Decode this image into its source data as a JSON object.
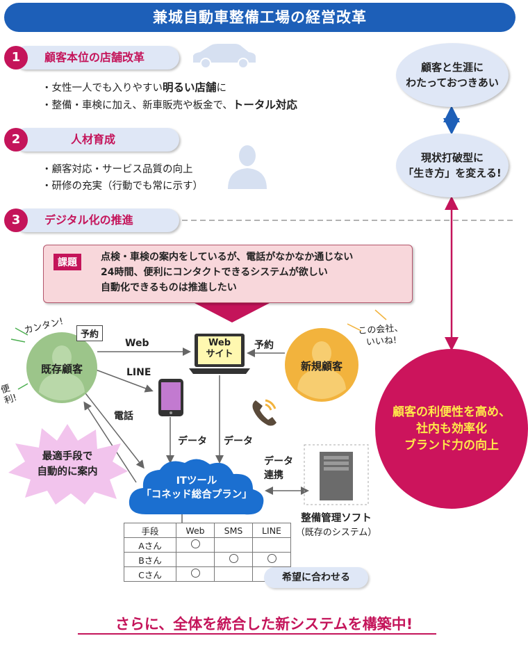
{
  "title": "兼城自動車整備工場の経営改革",
  "section1": {
    "num": "1",
    "label": "顧客本位の店舗改革",
    "bullet1_pre": "・女性一人でも入りやすい",
    "bullet1_bold": "明るい店舗",
    "bullet1_post": "に",
    "bullet2_pre": "・整備・車検に加え、新車販売や板金で、",
    "bullet2_bold": "トータル対応"
  },
  "section2": {
    "num": "2",
    "label": "人材育成",
    "bullet1": "・顧客対応・サービス品質の向上",
    "bullet2": "・研修の充実（行動でも常に示す）"
  },
  "section3": {
    "num": "3",
    "label": "デジタル化の推進"
  },
  "right": {
    "ellipse1_line1": "顧客と生涯に",
    "ellipse1_line2": "わたっておつきあい",
    "ellipse2_line1": "現状打破型に",
    "ellipse2_line2": "「生き方」を変える!",
    "circle_line1": "顧客の利便性を高め、",
    "circle_line2": "社内も効率化",
    "circle_line3": "ブランド力の向上"
  },
  "issue": {
    "label": "課題",
    "line1": "点検・車検の案内をしているが、電話がなかなか通じない",
    "line2": "24時間、便利にコンタクトできるシステムが欲しい",
    "line3": "自動化できるものは推進したい"
  },
  "diagram": {
    "existing_customer": "既存顧客",
    "new_customer": "新規顧客",
    "kantan": "カンタン!",
    "benri": "便利!",
    "kono_kaisha_1": "この会社、",
    "kono_kaisha_2": "いいね!",
    "yoyaku_box": "予約",
    "yoyaku": "予約",
    "web": "Web",
    "line": "LINE",
    "denwa": "電話",
    "website_1": "Web",
    "website_2": "サイト",
    "data1": "データ",
    "data2": "データ",
    "data_link_1": "データ",
    "data_link_2": "連携",
    "starburst_1": "最適手段で",
    "starburst_2": "自動的に案内",
    "cloud_1": "ITツール",
    "cloud_2": "「コネッド総合プラン」",
    "software_1": "整備管理ソフト",
    "software_2": "（既存のシステム）",
    "match": "希望に合わせる"
  },
  "table": {
    "headers": [
      "手段",
      "Web",
      "SMS",
      "LINE"
    ],
    "rows": [
      {
        "name": "Aさん",
        "marks": [
          true,
          false,
          false
        ]
      },
      {
        "name": "Bさん",
        "marks": [
          false,
          true,
          true
        ]
      },
      {
        "name": "Cさん",
        "marks": [
          true,
          false,
          false
        ]
      }
    ]
  },
  "bottom": "さらに、全体を統合した新システムを構築中!",
  "colors": {
    "blue": "#1d5fb8",
    "magenta": "#c4145a",
    "light_blue": "#dfe7f6",
    "orange": "#f2b33d"
  }
}
